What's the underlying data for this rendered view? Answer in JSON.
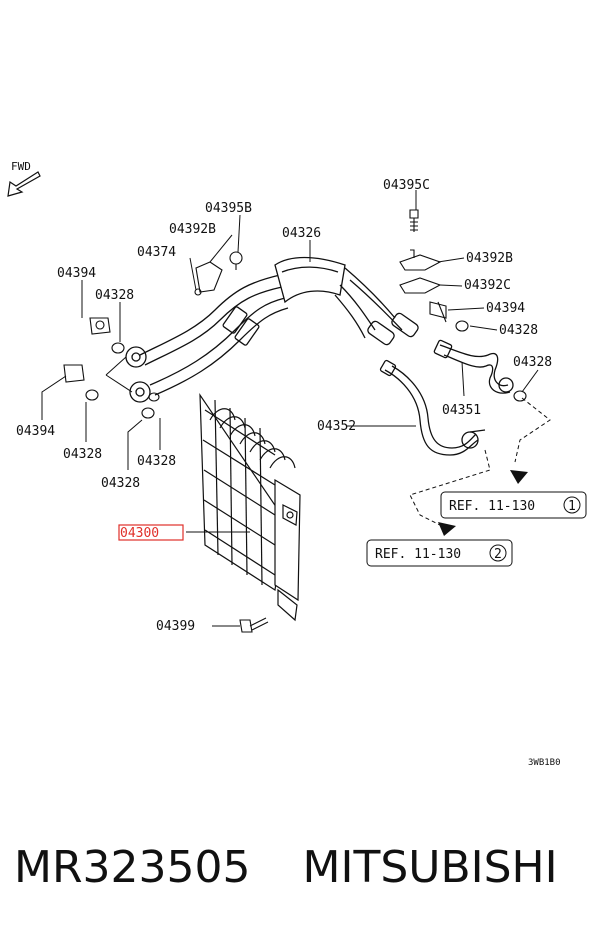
{
  "fwd_label": "FWD",
  "callouts": {
    "p04395C": "04395C",
    "p04395B": "04395B",
    "p04392B_left": "04392B",
    "p04326": "04326",
    "p04374": "04374",
    "p04392B_right": "04392B",
    "p04392C": "04392C",
    "p04394_top_left": "04394",
    "p04328_a": "04328",
    "p04394_right": "04394",
    "p04328_right_a": "04328",
    "p04328_right_b": "04328",
    "p04394_bottom_left": "04394",
    "p04328_b": "04328",
    "p04328_c": "04328",
    "p04328_d": "04328",
    "p04351": "04351",
    "p04352": "04352",
    "p04300": "04300",
    "p04399": "04399"
  },
  "references": {
    "ref1_text": "REF. 11-130",
    "ref1_circle": "1",
    "ref2_text": "REF. 11-130",
    "ref2_circle": "2"
  },
  "diagram_code": "3WB1B0",
  "caption": {
    "part_number": "MR323505",
    "brand": "MITSUBISHI"
  },
  "colors": {
    "highlight": "#e0302a",
    "ink": "#111111"
  }
}
